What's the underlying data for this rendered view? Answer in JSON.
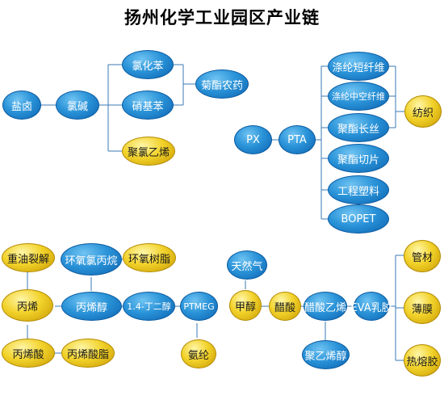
{
  "title": "扬州化学工业园区产业链",
  "colors": {
    "blue_node": "#1f7fd0",
    "gold_node": "#f0c81c",
    "line": "#3a7ab5"
  },
  "nodes": {
    "yanlu": "盐卤",
    "lujian": "氯碱",
    "lvhuaben": "氯化苯",
    "xiaojiben": "硝基苯",
    "juzhinongyao": "菊酯农药",
    "julvyixi": "聚氯乙烯",
    "px": "PX",
    "pta": "PTA",
    "dilunduanxianwei": "涤纶短纤维",
    "dilunzhongkongxianwei": "涤纶中空纤维",
    "juzhichangsi": "聚酯长丝",
    "juzhiqiepian": "聚酯切片",
    "gongchengsuliao": "工程塑料",
    "bopet": "BOPET",
    "fangzhi": "纺织",
    "zhongyouliejie": "重油裂解",
    "huanyanglvbingwan": "环氧氯丙烷",
    "huanyangshuzhi": "环氧树脂",
    "bingxi": "丙烯",
    "bingxichun": "丙烯醇",
    "dingerchun": "1.4-丁二醇",
    "ptmeg": "PTMEG",
    "anlun": "氨纶",
    "bingxisuan": "丙烯酸",
    "bingxisuanzhi": "丙烯酸脂",
    "tianranqi": "天然气",
    "jiachun": "甲醇",
    "cusuan": "醋酸",
    "cusuanyixi": "醋酸乙烯",
    "juyixichun": "聚乙烯醇",
    "evarujiao": "EVA乳胶",
    "guancai": "管材",
    "bomo": "薄膜",
    "rerongjiao": "热熔胶"
  }
}
